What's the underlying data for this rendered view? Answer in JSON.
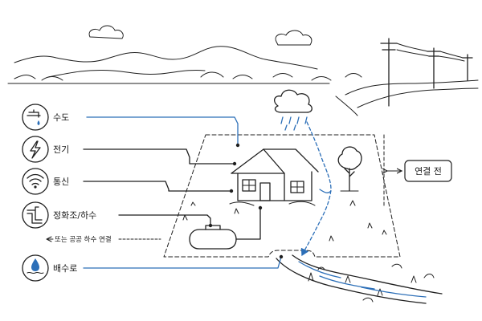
{
  "labels": {
    "water": "수도",
    "power": "전기",
    "telecom": "통신",
    "septic": "정화조/하수",
    "sewer_note": "또는 공공 하수 연결",
    "drainage": "배수로",
    "before_connection": "연결 전"
  },
  "icons": {
    "water": "faucet-icon",
    "power": "lightning-icon",
    "telecom": "wifi-icon",
    "septic": "pipe-icon",
    "drainage": "water-drop-icon"
  },
  "colors": {
    "ink": "#1f1f1f",
    "blue_line": "#2c6fb8"
  }
}
